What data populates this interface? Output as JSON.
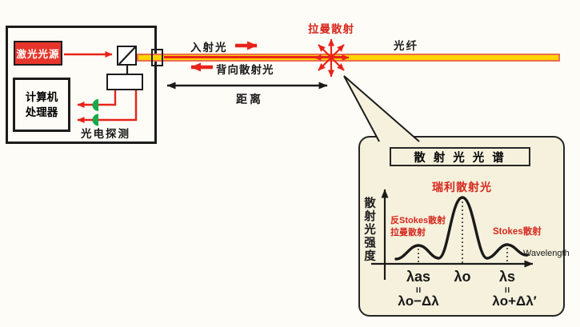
{
  "colors": {
    "accent_red": "#e8231a",
    "fiber_yellow": "#ffd400",
    "fiber_border": "#ee6d4d",
    "detector_green": "#17a94b",
    "inset_background": "#f5f1dc",
    "ink": "#1a1a1a",
    "laser_box_red": "#e6352b"
  },
  "instrument": {
    "laser_label": "激光光源",
    "computer_line1": "计算机",
    "computer_line2": "处理器",
    "detector_label": "光电探测"
  },
  "fiber": {
    "incident_label": "入射光",
    "backscatter_label": "背向散射光",
    "distance_label": "距离",
    "raman_label": "拉曼散射",
    "fiber_label": "光纤"
  },
  "inset": {
    "title": "散 射 光 光 谱",
    "y_label": "散射光强度",
    "x_label": "Wavelength",
    "rayleigh_label": "瑞利散射光",
    "antistokes_line1": "反Stokes散射",
    "antistokes_line2": "拉曼散射",
    "stokes_label": "Stokes散射",
    "lambda_as": "λas",
    "lambda_o": "λo",
    "lambda_s": "λs",
    "equals_sign": "=",
    "lambda_as_value": "λo−Δλ",
    "lambda_s_value": "λo+Δλ′",
    "chart_data": {
      "type": "line",
      "title": "散射光光谱",
      "xlabel": "Wavelength",
      "ylabel": "散射光强度",
      "x_ticks": [
        "λas = λo−Δλ",
        "λo",
        "λs = λo+Δλ′"
      ],
      "peaks": [
        {
          "x": "λas",
          "label": "反Stokes散射 拉曼散射",
          "relative_height": 0.25
        },
        {
          "x": "λo",
          "label": "瑞利散射光",
          "relative_height": 1.0
        },
        {
          "x": "λs",
          "label": "Stokes散射",
          "relative_height": 0.27
        }
      ],
      "legend": "none",
      "grid": false
    }
  }
}
